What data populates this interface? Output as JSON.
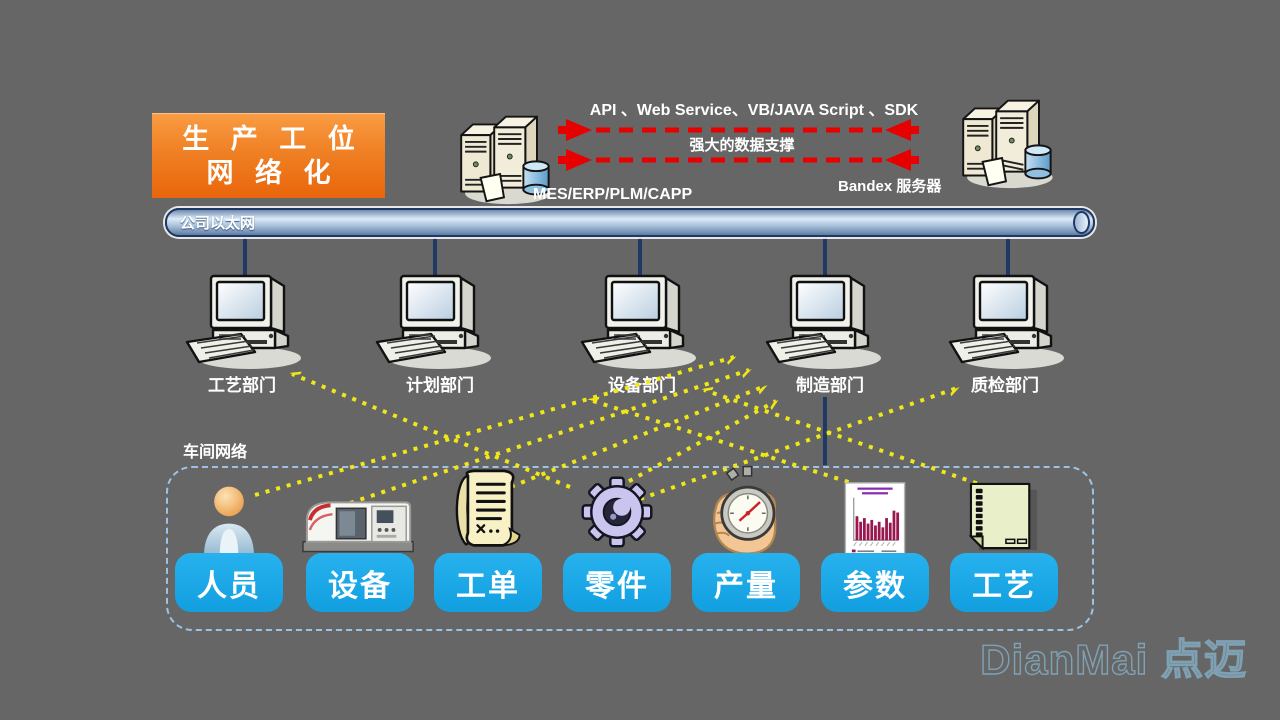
{
  "title_banner": {
    "line1": "生 产 工 位",
    "line2": "网 络 化"
  },
  "integration": {
    "api_label": "API 、Web Service、VB/JAVA Script 、SDK",
    "data_support_label": "强大的数据支撑",
    "left_server_label": "MES/ERP/PLM/CAPP",
    "right_server_label": "Bandex 服务器"
  },
  "ethernet": {
    "label": "公司以太网"
  },
  "departments": [
    {
      "label": "工艺部门"
    },
    {
      "label": "计划部门"
    },
    {
      "label": "设备部门"
    },
    {
      "label": "制造部门"
    },
    {
      "label": "质检部门"
    }
  ],
  "workshop": {
    "label": "车间网络",
    "items": [
      {
        "label": "人员",
        "icon": "person-icon"
      },
      {
        "label": "设备",
        "icon": "machine-icon"
      },
      {
        "label": "工单",
        "icon": "work-order-icon"
      },
      {
        "label": "零件",
        "icon": "gear-icon"
      },
      {
        "label": "产量",
        "icon": "stopwatch-icon"
      },
      {
        "label": "参数",
        "icon": "chart-icon"
      },
      {
        "label": "工艺",
        "icon": "document-icon"
      }
    ]
  },
  "watermark": "DianMai 点迈",
  "colors": {
    "background": "#666666",
    "banner_orange": "#ED6E12",
    "button_blue": "#18A8E8",
    "arrow_red": "#E60000",
    "dotted_yellow": "#F0E816",
    "ethernet_navy": "#1F3864",
    "box_dash_blue": "#9CC3E5"
  }
}
